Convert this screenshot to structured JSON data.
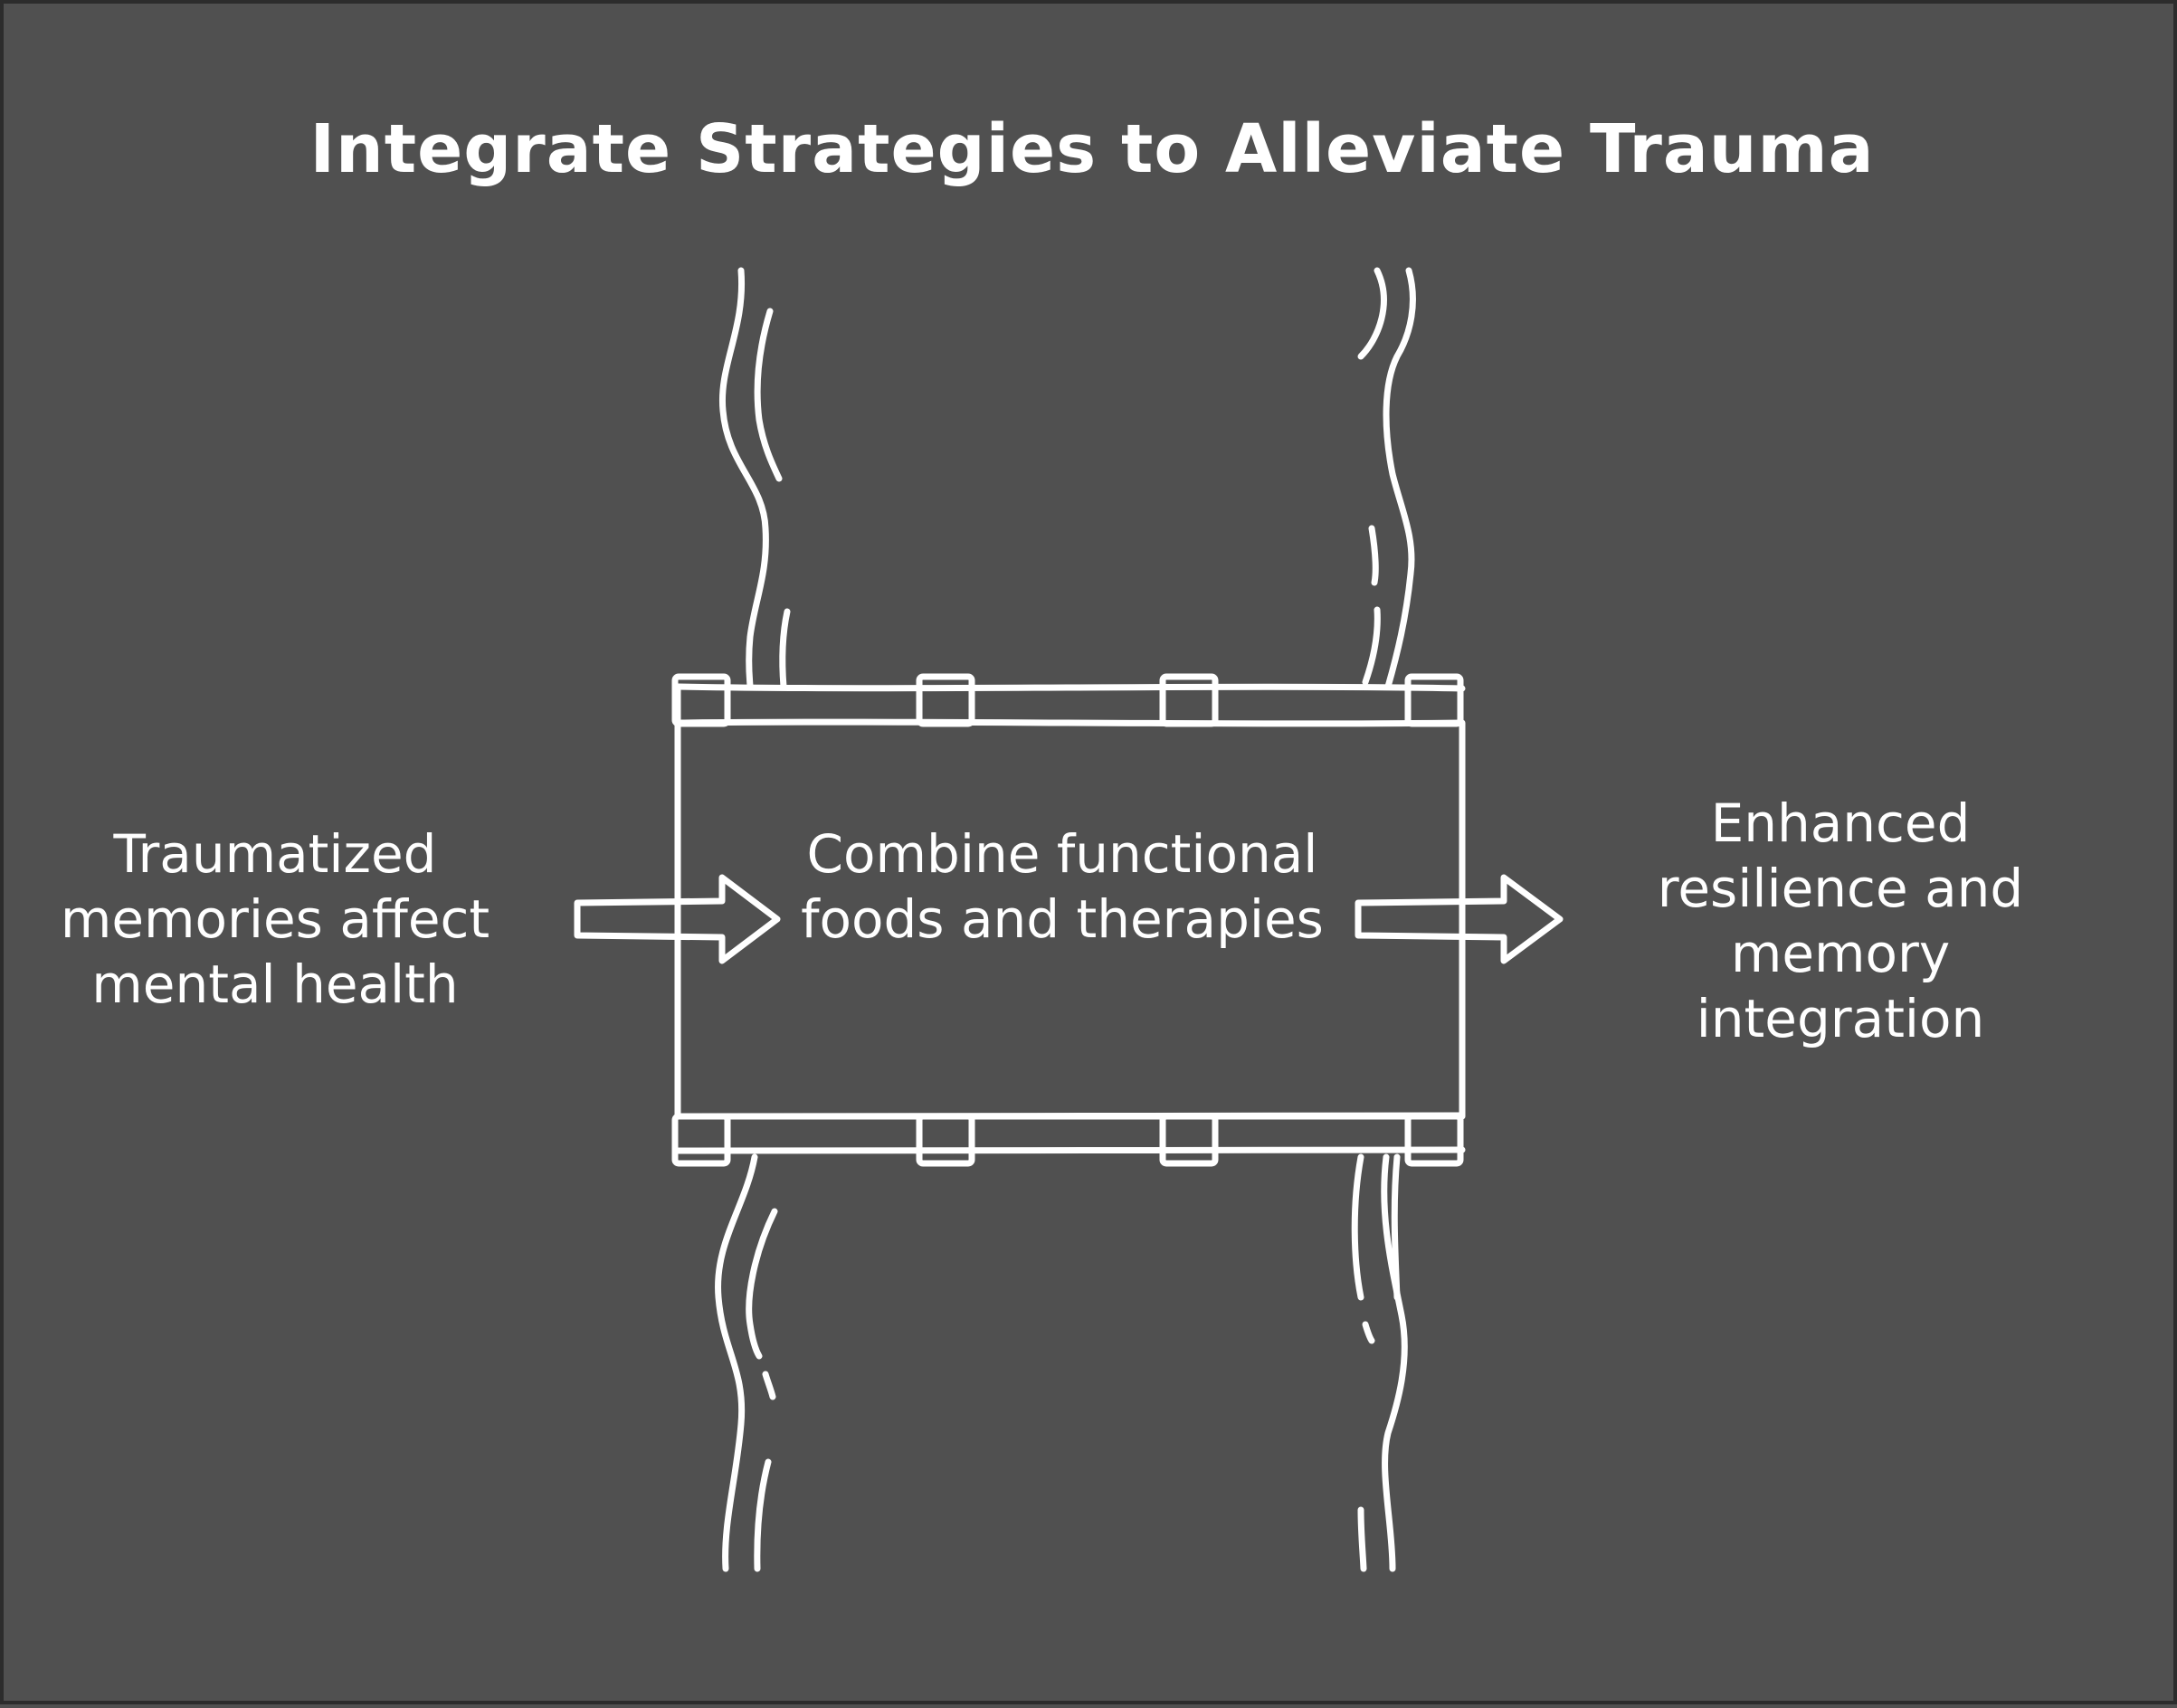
{
  "diagram": {
    "title": "Integrate Strategies to Alleviate Trauma",
    "input_label": "Traumatized memories affect mental health",
    "process_label": "Combine functional foods and therapies",
    "output_label": "Enhanced resilience and memory integration"
  },
  "colors": {
    "background": "#505050",
    "stroke": "#ffffff",
    "text": "#ffffff"
  },
  "icons": [
    "right-arrow-icon",
    "bridge-icon",
    "river-icon"
  ]
}
